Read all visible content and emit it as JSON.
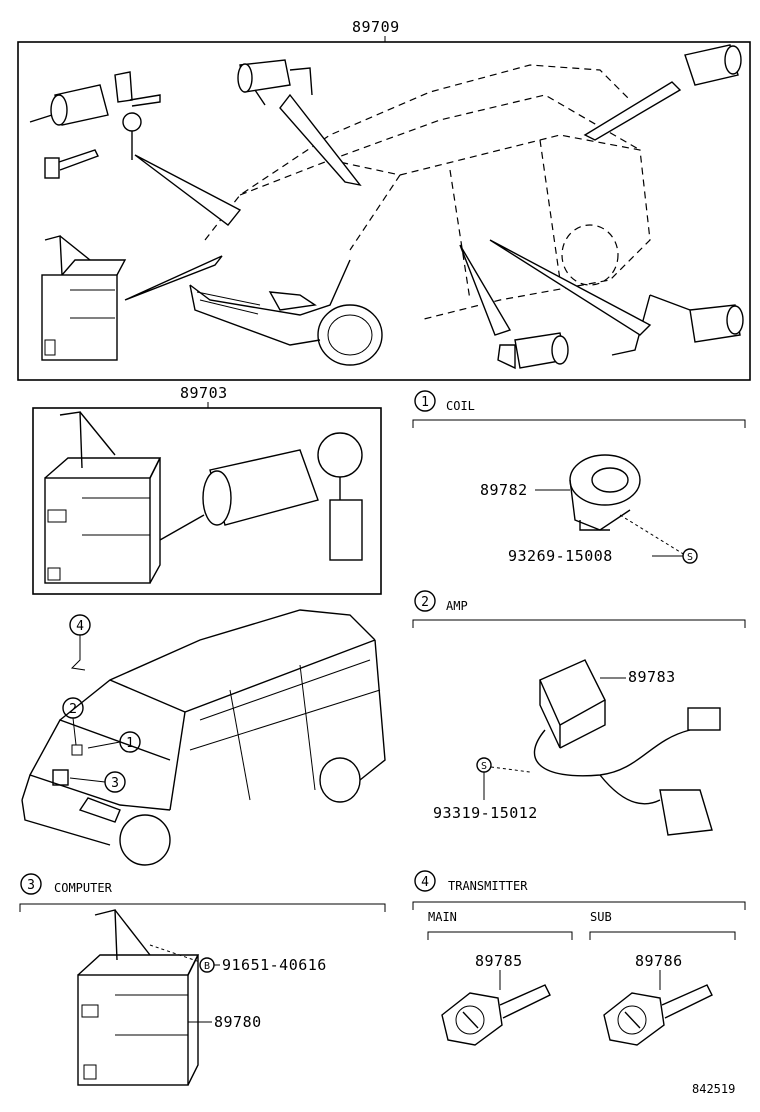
{
  "top_assembly": {
    "part_no": "89709"
  },
  "mid_assembly": {
    "part_no": "89703"
  },
  "sections": [
    {
      "num": "1",
      "title": "COIL"
    },
    {
      "num": "2",
      "title": "AMP"
    },
    {
      "num": "3",
      "title": "COMPUTER"
    },
    {
      "num": "4",
      "title": "TRANSMITTER"
    }
  ],
  "coil": {
    "part_no": "89782",
    "screw_no": "93269-15008",
    "screw_mark": "S"
  },
  "amp": {
    "part_no": "89783",
    "screw_no": "93319-15012",
    "screw_mark": "S"
  },
  "computer": {
    "part_no": "89780",
    "bolt_no": "91651-40616",
    "bolt_mark": "B"
  },
  "transmitter": {
    "main": {
      "label": "MAIN",
      "part_no": "89785"
    },
    "sub": {
      "label": "SUB",
      "part_no": "89786"
    }
  },
  "location_callouts": [
    "4",
    "2",
    "1",
    "3"
  ],
  "footer": {
    "drawing_no": "842519"
  }
}
